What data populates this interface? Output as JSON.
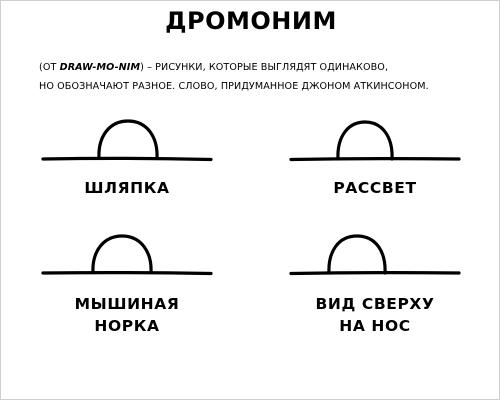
{
  "title": "ДРОМОНИМ",
  "subtitle": {
    "line1_open": "(ОТ",
    "line1_term": "DRAW-MO-NIM",
    "line1_rest": ") – РИСУНКИ, КОТОРЫЕ ВЫГЛЯДЯТ ОДИНАКОВО,",
    "line2": "НО ОБОЗНАЧАЮТ РАЗНОЕ. СЛОВО, ПРИДУМАННОЕ ДЖОНОМ АТКИНСОНОМ."
  },
  "panels": [
    {
      "lines": [
        "ШЛЯПКА"
      ]
    },
    {
      "lines": [
        "РАССВЕТ"
      ]
    },
    {
      "lines": [
        "МЫШИНАЯ",
        "НОРКА"
      ]
    },
    {
      "lines": [
        "ВИД СВЕРХУ",
        "НА НОС"
      ]
    }
  ],
  "colors": {
    "ink": "#000000",
    "background": "#ffffff"
  }
}
